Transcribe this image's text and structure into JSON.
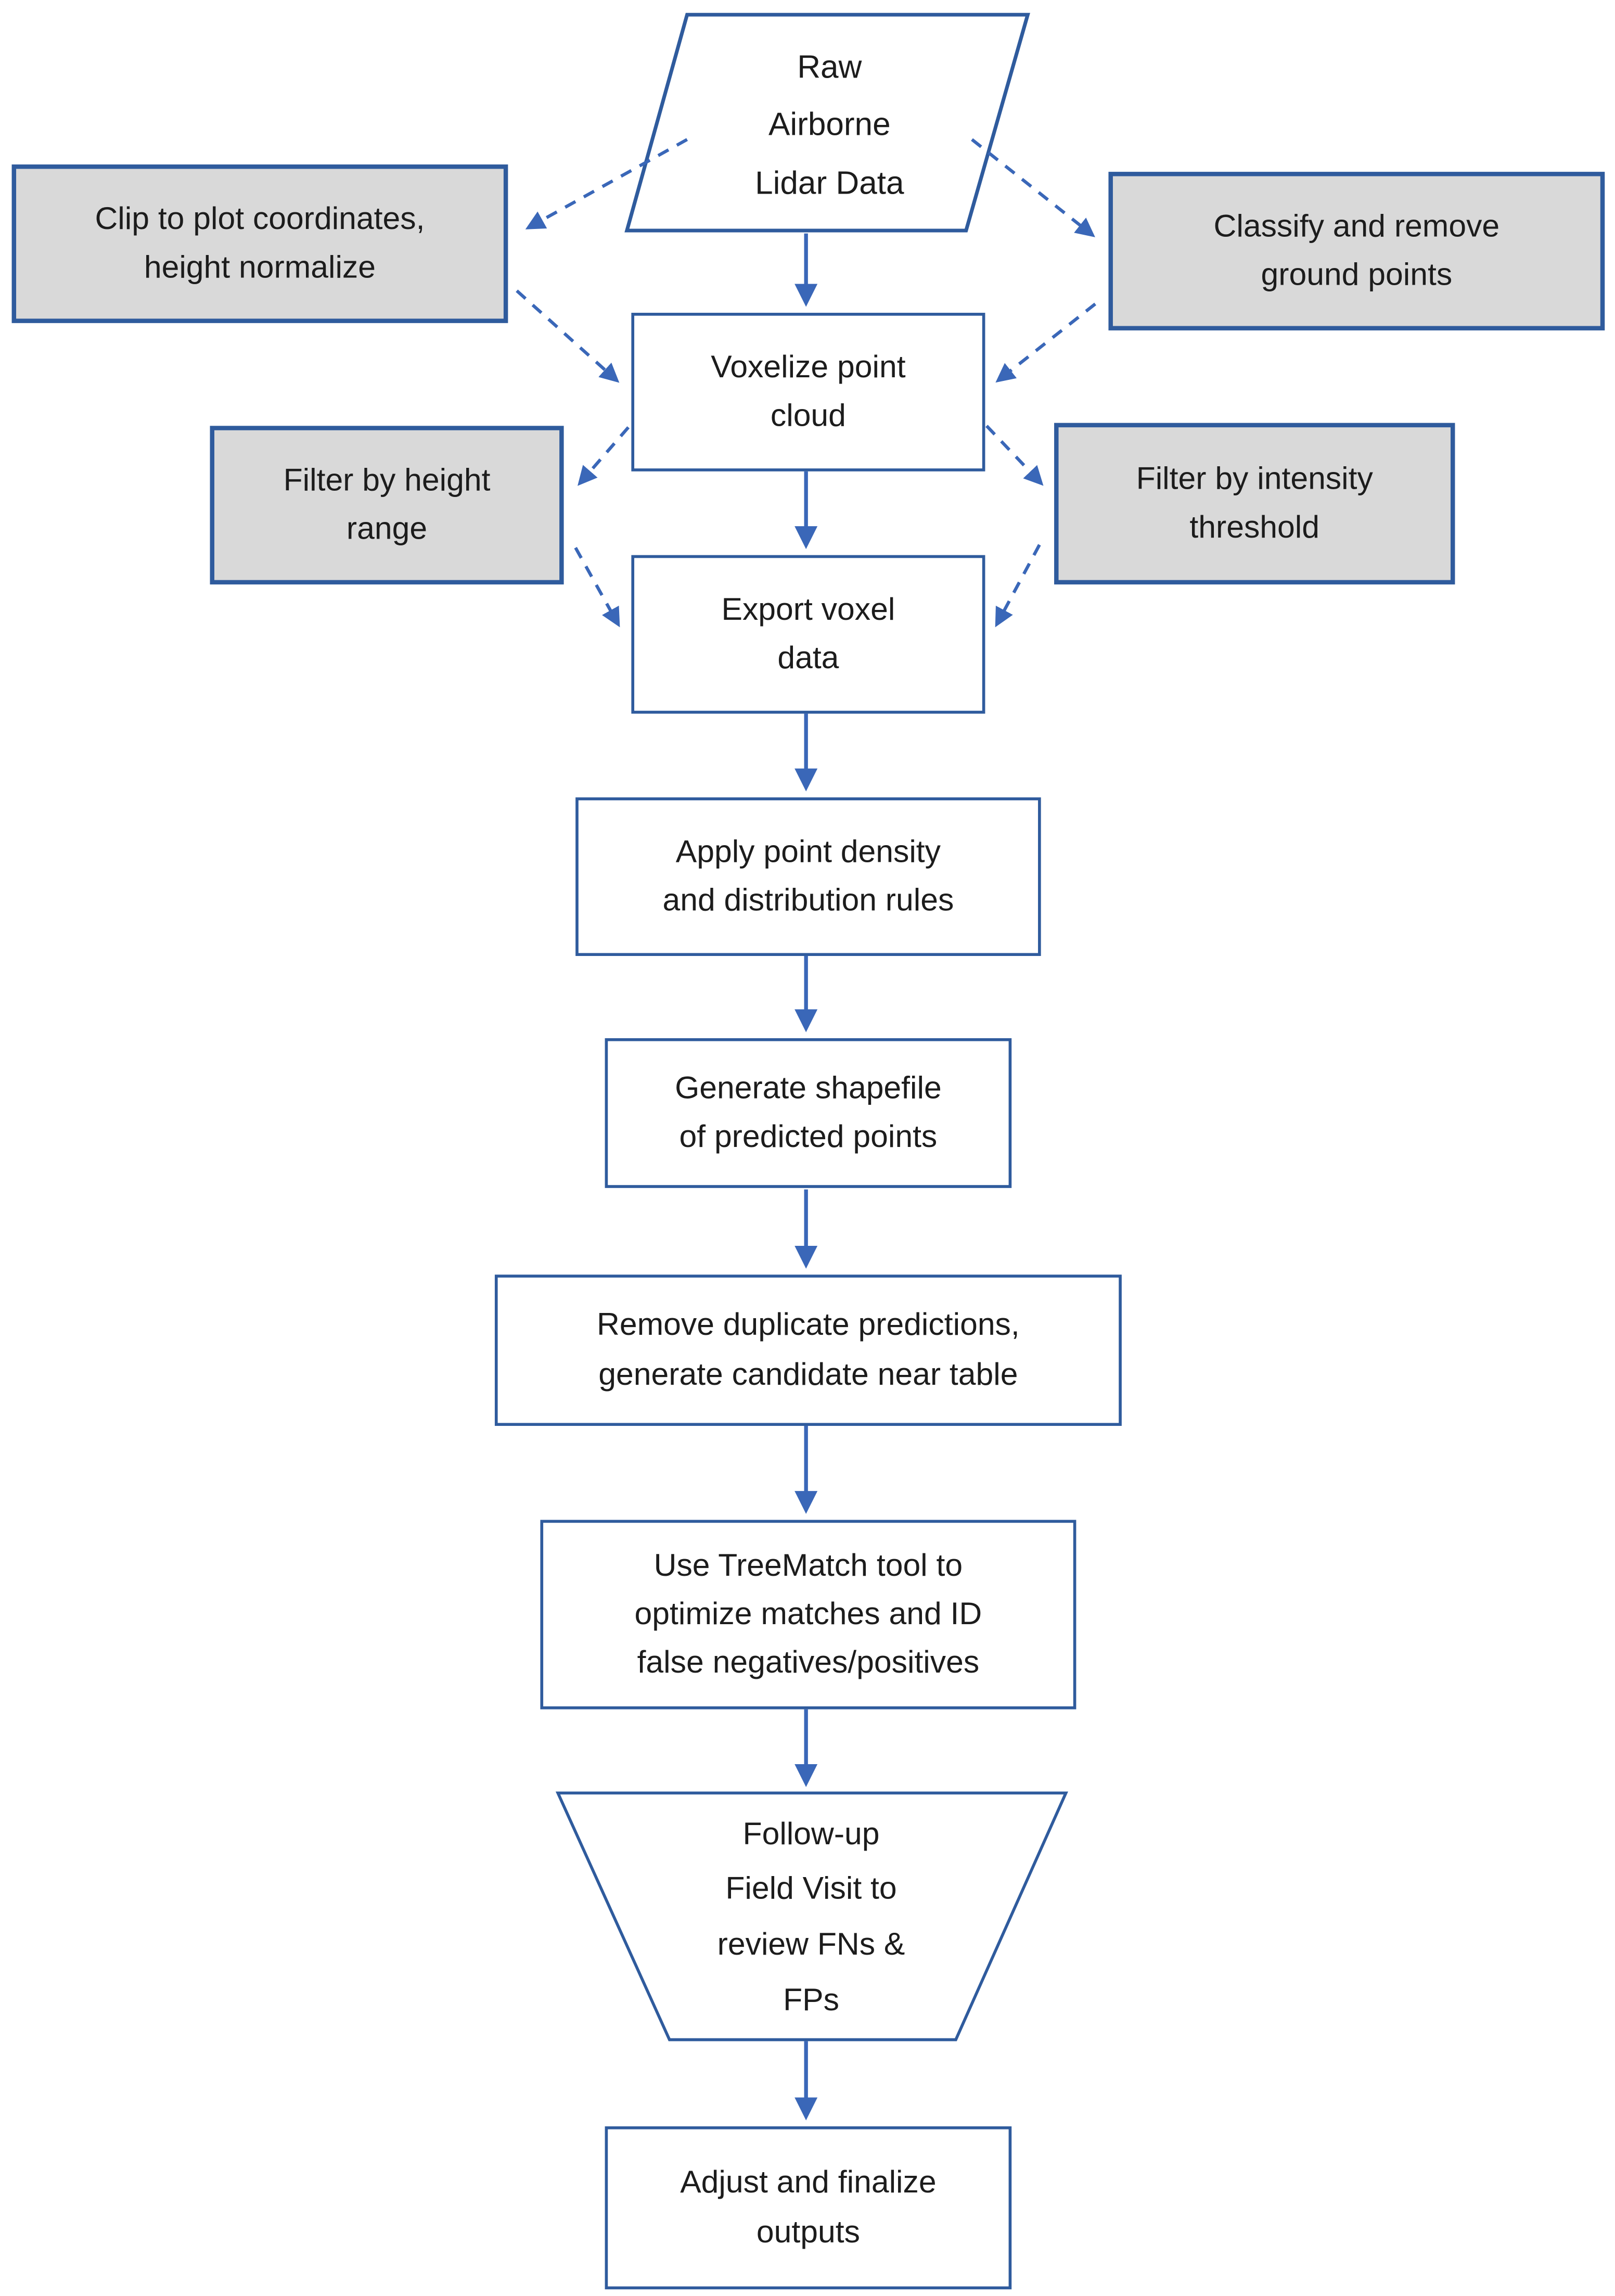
{
  "colors": {
    "box_border": "#2f5b9d",
    "arrow": "#3a67b8",
    "gray_fill": "#d9d9d9",
    "white_fill": "#ffffff",
    "text": "#1c1c1c"
  },
  "nodes": {
    "raw": {
      "label": "Raw\nAirborne\nLidar Data",
      "shape": "parallelogram"
    },
    "clip": {
      "label": "Clip to plot coordinates,\nheight normalize",
      "shape": "rect-gray"
    },
    "classify": {
      "label": "Classify and remove\nground points",
      "shape": "rect-gray"
    },
    "voxelize": {
      "label": "Voxelize point\ncloud",
      "shape": "rect"
    },
    "filter_height": {
      "label": "Filter by height\nrange",
      "shape": "rect-gray"
    },
    "filter_intensity": {
      "label": "Filter by intensity\nthreshold",
      "shape": "rect-gray"
    },
    "export_voxel": {
      "label": "Export voxel\ndata",
      "shape": "rect"
    },
    "apply_rules": {
      "label": "Apply point density\nand distribution rules",
      "shape": "rect"
    },
    "gen_shapefile": {
      "label": "Generate shapefile\nof predicted points",
      "shape": "rect"
    },
    "remove_dupes": {
      "label": "Remove duplicate predictions,\ngenerate candidate near table",
      "shape": "rect"
    },
    "treematch": {
      "label": "Use TreeMatch tool to\noptimize matches and ID\nfalse negatives/positives",
      "shape": "rect"
    },
    "field_visit": {
      "label": "Follow-up\nField Visit to\nreview FNs &\nFPs",
      "shape": "trapezoid"
    },
    "finalize": {
      "label": "Adjust and finalize\noutputs",
      "shape": "rect"
    }
  },
  "edges": [
    {
      "from": "raw",
      "to": "clip",
      "style": "dashed"
    },
    {
      "from": "raw",
      "to": "classify",
      "style": "dashed"
    },
    {
      "from": "raw",
      "to": "voxelize",
      "style": "solid"
    },
    {
      "from": "clip",
      "to": "voxelize",
      "style": "dashed"
    },
    {
      "from": "classify",
      "to": "voxelize",
      "style": "dashed"
    },
    {
      "from": "voxelize",
      "to": "filter_height",
      "style": "dashed"
    },
    {
      "from": "voxelize",
      "to": "filter_intensity",
      "style": "dashed"
    },
    {
      "from": "voxelize",
      "to": "export_voxel",
      "style": "solid"
    },
    {
      "from": "filter_height",
      "to": "export_voxel",
      "style": "dashed"
    },
    {
      "from": "filter_intensity",
      "to": "export_voxel",
      "style": "dashed"
    },
    {
      "from": "export_voxel",
      "to": "apply_rules",
      "style": "solid"
    },
    {
      "from": "apply_rules",
      "to": "gen_shapefile",
      "style": "solid"
    },
    {
      "from": "gen_shapefile",
      "to": "remove_dupes",
      "style": "solid"
    },
    {
      "from": "remove_dupes",
      "to": "treematch",
      "style": "solid"
    },
    {
      "from": "treematch",
      "to": "field_visit",
      "style": "solid"
    },
    {
      "from": "field_visit",
      "to": "finalize",
      "style": "solid"
    }
  ]
}
